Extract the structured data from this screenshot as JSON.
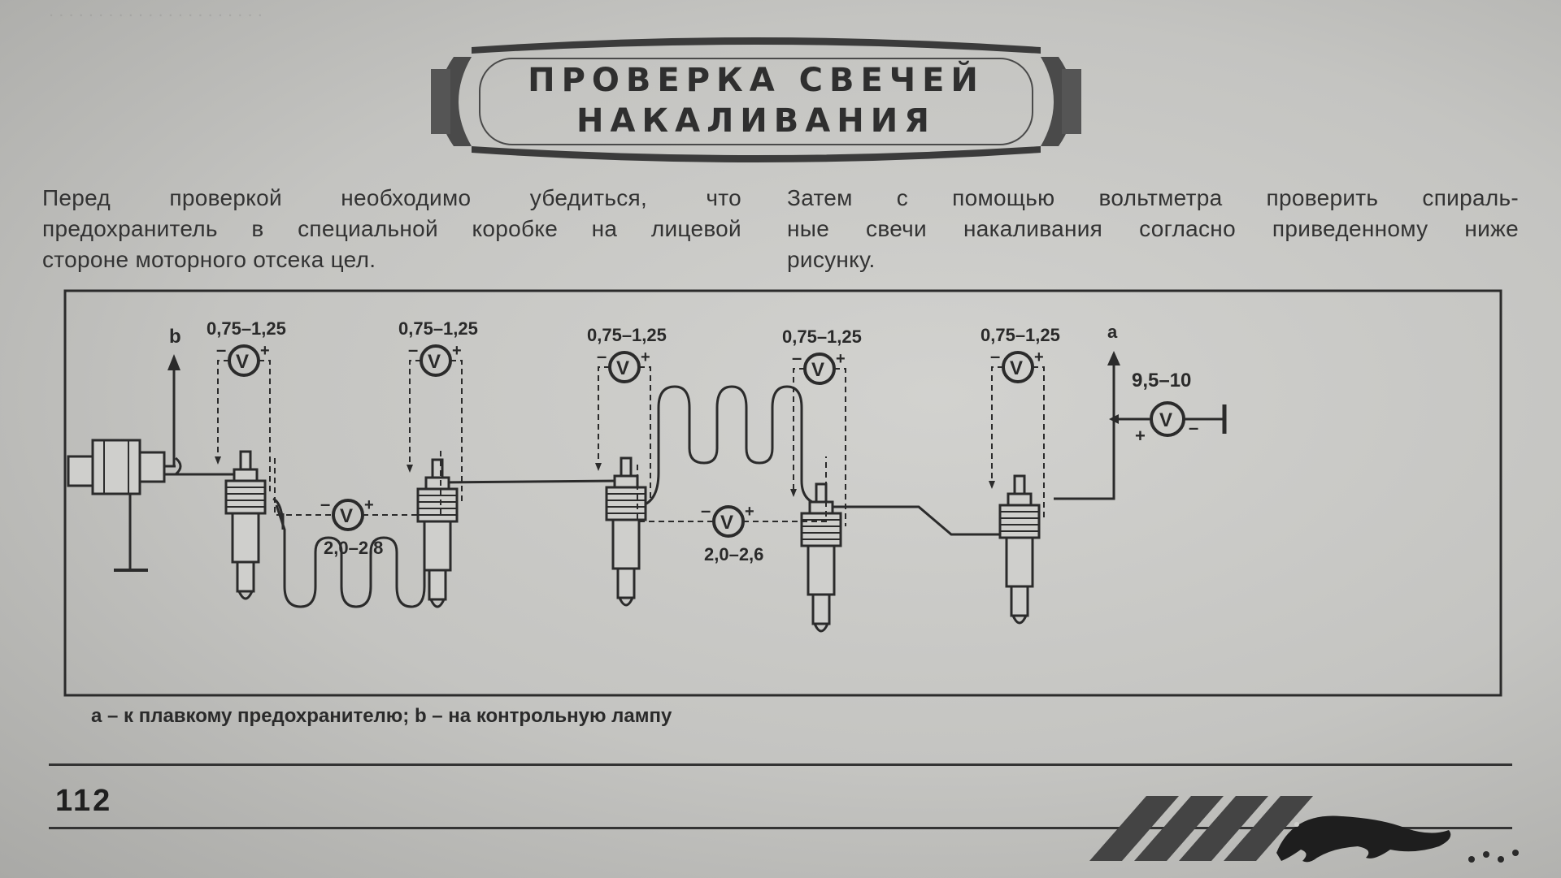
{
  "title": {
    "line1": "ПРОВЕРКА СВЕЧЕЙ",
    "line2": "НАКАЛИВАНИЯ"
  },
  "left_paragraph": {
    "lines": [
      "Перед проверкой необходимо убедиться, что",
      "предохранитель в специальной коробке на лицевой",
      "стороне моторного отсека цел."
    ]
  },
  "right_paragraph": {
    "lines": [
      "Затем с помощью вольтметра проверить спираль-",
      "ные свечи накаливания согласно приведенному ниже",
      "рисунку."
    ]
  },
  "diagram": {
    "label_b": "b",
    "label_a": "a",
    "plug_readings": [
      "0,75–1,25",
      "0,75–1,25",
      "0,75–1,25",
      "0,75–1,25",
      "0,75–1,25"
    ],
    "coil_readings": [
      "2,0–2,8",
      "2,0–2,6"
    ],
    "supply_reading": "9,5–10",
    "voltmeter_symbol": "V",
    "plus": "+",
    "minus": "–",
    "line_color": "#2b2b2b"
  },
  "caption": "а – к плавкому предохранителю; b – на контрольную лампу",
  "page_number": "112"
}
